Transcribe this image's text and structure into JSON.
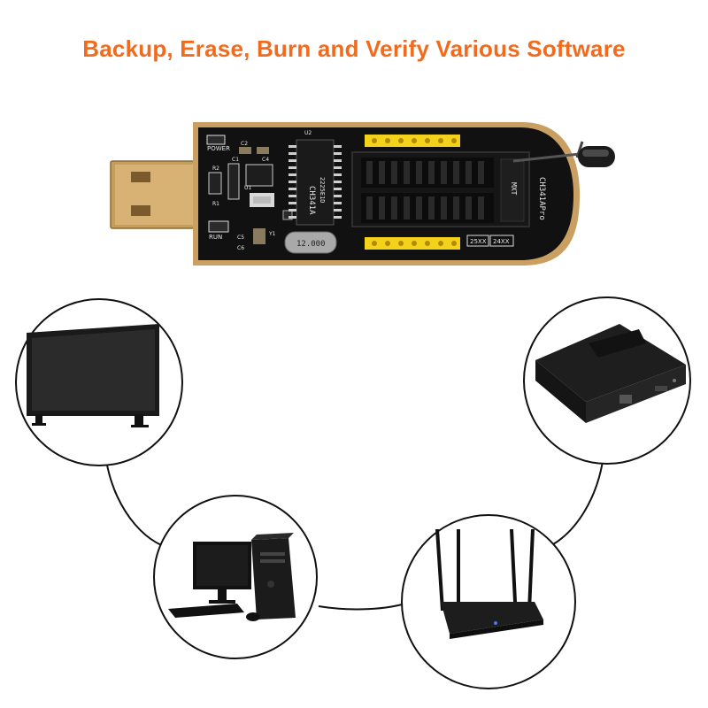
{
  "headline": {
    "text": "Backup, Erase, Burn and Verify Various Software",
    "color": "#f26b1d"
  },
  "board": {
    "chip_label": "CH341A",
    "chip_code": "2225E1D",
    "crystal_label": "12.000",
    "model_label": "CH341APro",
    "power_label": "POWER",
    "run_label": "RUN",
    "socket_25xx_label": "25XX",
    "socket_24xx_label": "24XX",
    "ref_c2": "C2",
    "ref_c1": "C1",
    "ref_c4": "C4",
    "ref_c5": "C5",
    "ref_c6": "C6",
    "ref_u1": "U1",
    "ref_y1": "Y1",
    "ref_r2": "R2",
    "ref_r1": "R1",
    "ref_u2": "U2",
    "ref_chip": "MXT",
    "board_color": "#111111",
    "edge_color": "#c9a062",
    "pin_color": "#f4d21b"
  },
  "devices": [
    {
      "name": "monitor",
      "icon": "monitor-icon"
    },
    {
      "name": "tv-box",
      "icon": "tv-box-icon"
    },
    {
      "name": "desktop-computer",
      "icon": "desktop-computer-icon"
    },
    {
      "name": "wifi-router",
      "icon": "wifi-router-icon"
    }
  ]
}
